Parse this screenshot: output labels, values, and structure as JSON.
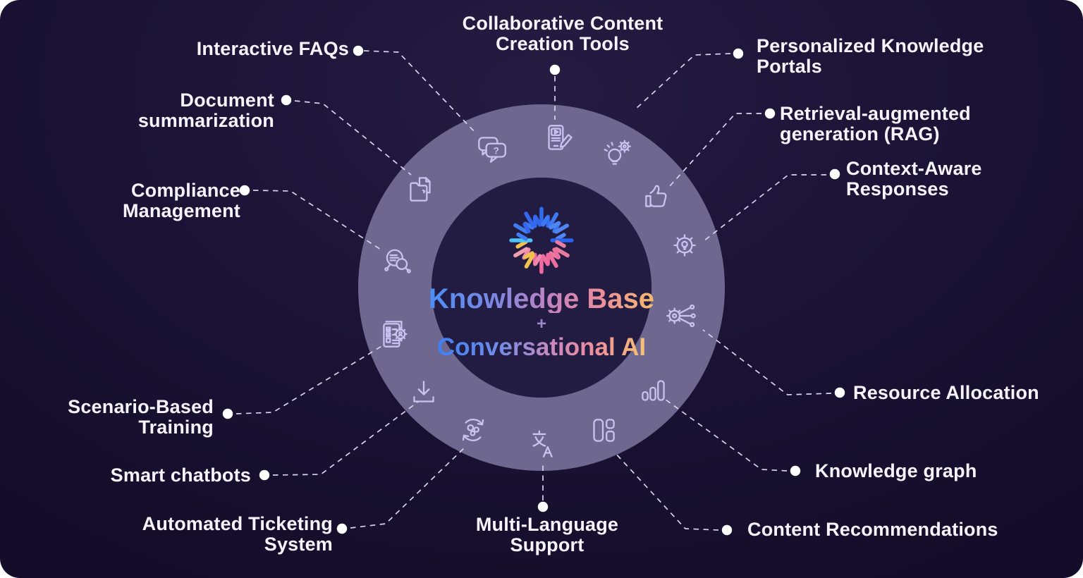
{
  "center": {
    "line1": "Knowledge Base",
    "plus": "+",
    "line2": "Conversational AI"
  },
  "labels": {
    "interactive_faqs": {
      "lines": [
        "Interactive FAQs"
      ]
    },
    "collaborative_content": {
      "lines": [
        "Collaborative Content",
        "Creation Tools"
      ]
    },
    "personalized_portals": {
      "lines": [
        "Personalized Knowledge",
        "Portals"
      ]
    },
    "rag": {
      "lines": [
        "Retrieval-augmented",
        "generation (RAG)"
      ]
    },
    "context_aware": {
      "lines": [
        "Context-Aware",
        "Responses"
      ]
    },
    "resource_allocation": {
      "lines": [
        "Resource Allocation"
      ]
    },
    "knowledge_graph": {
      "lines": [
        "Knowledge graph"
      ]
    },
    "content_recommendations": {
      "lines": [
        "Content Recommendations"
      ]
    },
    "multi_language": {
      "lines": [
        "Multi-Language",
        "Support"
      ]
    },
    "automated_ticketing": {
      "lines": [
        "Automated Ticketing",
        "System"
      ]
    },
    "smart_chatbots": {
      "lines": [
        "Smart chatbots"
      ]
    },
    "scenario_training": {
      "lines": [
        "Scenario-Based",
        "Training"
      ]
    },
    "compliance": {
      "lines": [
        "Compliance",
        "Management"
      ]
    },
    "document_summarization": {
      "lines": [
        "Document",
        "summarization"
      ]
    }
  },
  "icons": {
    "interactive_faqs": "faq-chat-icon",
    "collaborative_content": "content-creation-tablet-icon",
    "personalized_portals": "bulb-gear-icon",
    "rag": "thumbs-up-icon",
    "context_aware": "gear-bulb-icon",
    "resource_allocation": "gear-network-icon",
    "knowledge_graph": "bar-chart-icon",
    "content_recommendations": "layout-blocks-icon",
    "multi_language": "translate-icon",
    "automated_ticketing": "process-gears-icon",
    "smart_chatbots": "download-icon",
    "scenario_training": "checklist-gear-icon",
    "compliance": "chat-search-icon",
    "document_summarization": "folder-document-icon"
  },
  "colors": {
    "background": "#1a1335",
    "ring": "#6e6890",
    "inner_circle": "#231c42",
    "icon_stroke": "#cac2f1",
    "label_text": "#f6f4fb",
    "connector": "#d9d4ec",
    "accent_blue": "#4a8ef6",
    "accent_pink": "#ee7d9d",
    "accent_orange": "#f5bb6b",
    "accent_sky": "#4fc3f8"
  }
}
